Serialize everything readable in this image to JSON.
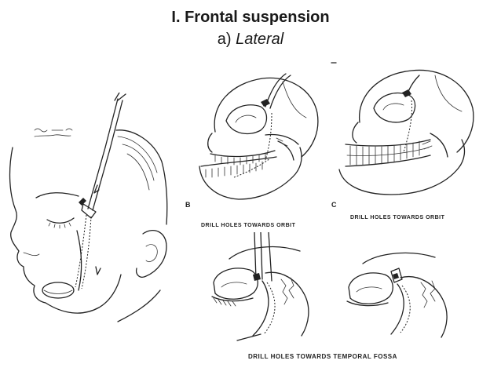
{
  "slide": {
    "title": "I. Frontal suspension",
    "subtitle_prefix": "a) ",
    "subtitle_italic": "Lateral"
  },
  "panels": {
    "b": {
      "letter": "B",
      "caption": "DRILL HOLES TOWARDS ORBIT"
    },
    "c": {
      "letter": "C",
      "caption": "DRILL HOLES TOWARDS ORBIT"
    },
    "bottom": {
      "caption": "DRILL HOLES TOWARDS TEMPORAL FOSSA"
    }
  }
}
